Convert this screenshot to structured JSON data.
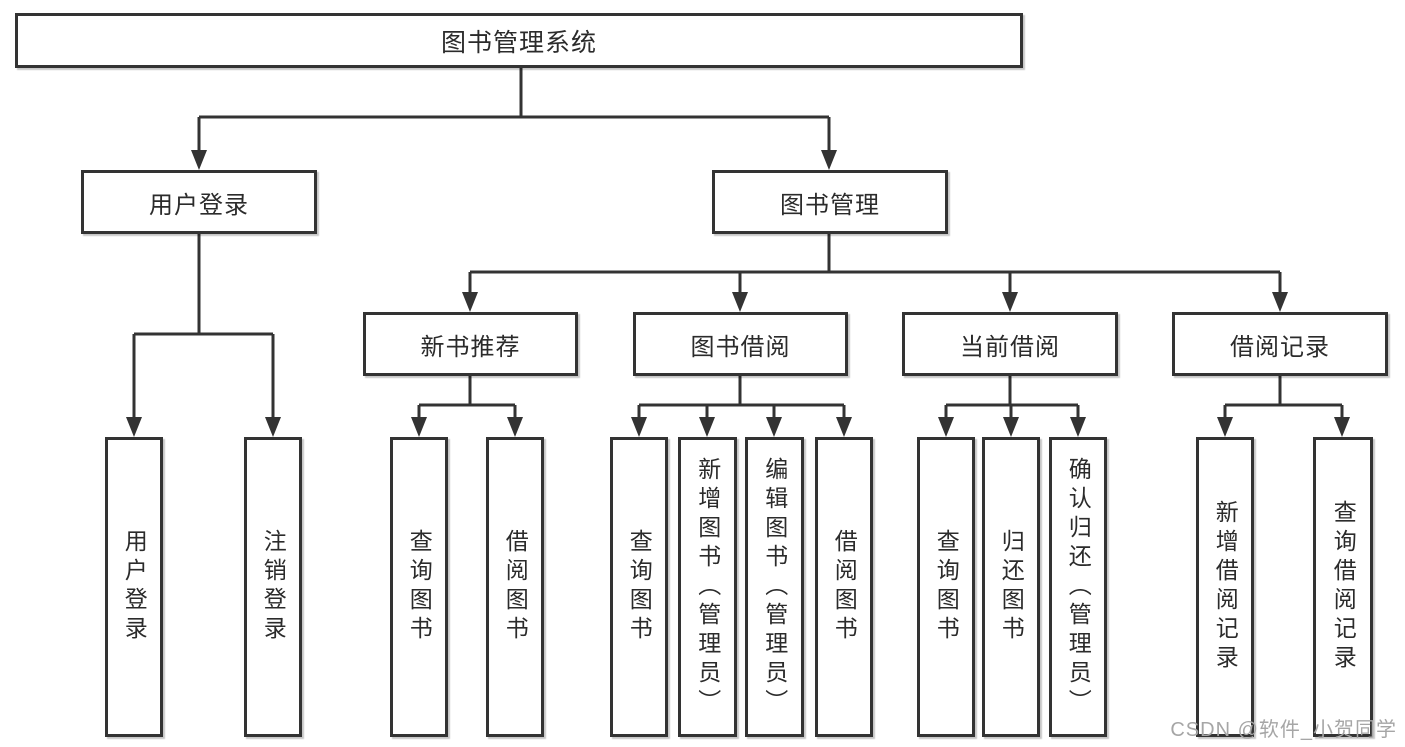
{
  "diagram_title": "图书管理系统",
  "tree": {
    "label": "图书管理系统",
    "children": [
      {
        "label": "用户登录",
        "children": [
          {
            "label": "用户登录"
          },
          {
            "label": "注销登录"
          }
        ]
      },
      {
        "label": "图书管理",
        "children": [
          {
            "label": "新书推荐",
            "children": [
              {
                "label": "查询图书"
              },
              {
                "label": "借阅图书"
              }
            ]
          },
          {
            "label": "图书借阅",
            "children": [
              {
                "label": "查询图书"
              },
              {
                "label": "新增图书（管理员）"
              },
              {
                "label": "编辑图书（管理员）"
              },
              {
                "label": "借阅图书"
              }
            ]
          },
          {
            "label": "当前借阅",
            "children": [
              {
                "label": "查询图书"
              },
              {
                "label": "归还图书"
              },
              {
                "label": "确认归还（管理员）"
              }
            ]
          },
          {
            "label": "借阅记录",
            "children": [
              {
                "label": "新增借阅记录"
              },
              {
                "label": "查询借阅记录"
              }
            ]
          }
        ]
      }
    ]
  },
  "watermark": {
    "text": "CSDN @软件_小贺同学"
  },
  "colors": {
    "line": "#333333",
    "box_border": "#333333",
    "text": "#2b2b2b",
    "background": "#ffffff",
    "watermark": "#a6a6a6"
  }
}
